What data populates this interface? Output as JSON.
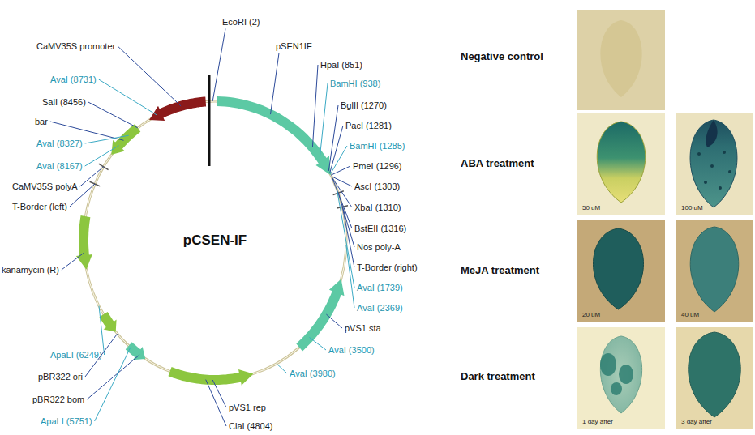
{
  "diagram": {
    "nodes": [
      {
        "text": [
          "50 uM"
        ]
      },
      {
        "text": [
          "100 uM"
        ]
      },
      {
        "text": [
          "20 uM"
        ]
      },
      {
        "text": [
          "40 uM"
        ]
      },
      {
        "text": [
          "1 day after"
        ]
      },
      {
        "text": [
          "3 day after"
        ]
      }
    ],
    "labels": [
      "EcoRI (2)",
      "CaMV35S promoter",
      "pSEN1IF",
      "AvaI (8731)",
      "HpaI (851)",
      "SalI (8456)",
      "BamHI (938)",
      "BglII (1270)",
      "bar",
      "PacI (1281)",
      "AvaI (8327)",
      "BamHI (1285)",
      "AvaI (8167)",
      "PmeI (1296)",
      "CaMV35S polyA",
      "AscI (1303)",
      "T-Border (left)",
      "XbaI (1310)",
      "BstEII (1316)",
      "Nos poly-A",
      "kanamycin (R)",
      "T-Border (right)",
      "pCSEN-IF",
      "AvaI (1739)",
      "AvaI (2369)",
      "pVS1 sta",
      "AvaI (3500)",
      "ApaLI (6249)",
      "pBR322 ori",
      "AvaI (3980)",
      "pBR322 bom",
      "pVS1 rep",
      "ApaLI (5751)",
      "ClaI (4804)",
      "Negative control",
      "ABA treatment",
      "MeJA treatment",
      "Dark treatment"
    ]
  }
}
